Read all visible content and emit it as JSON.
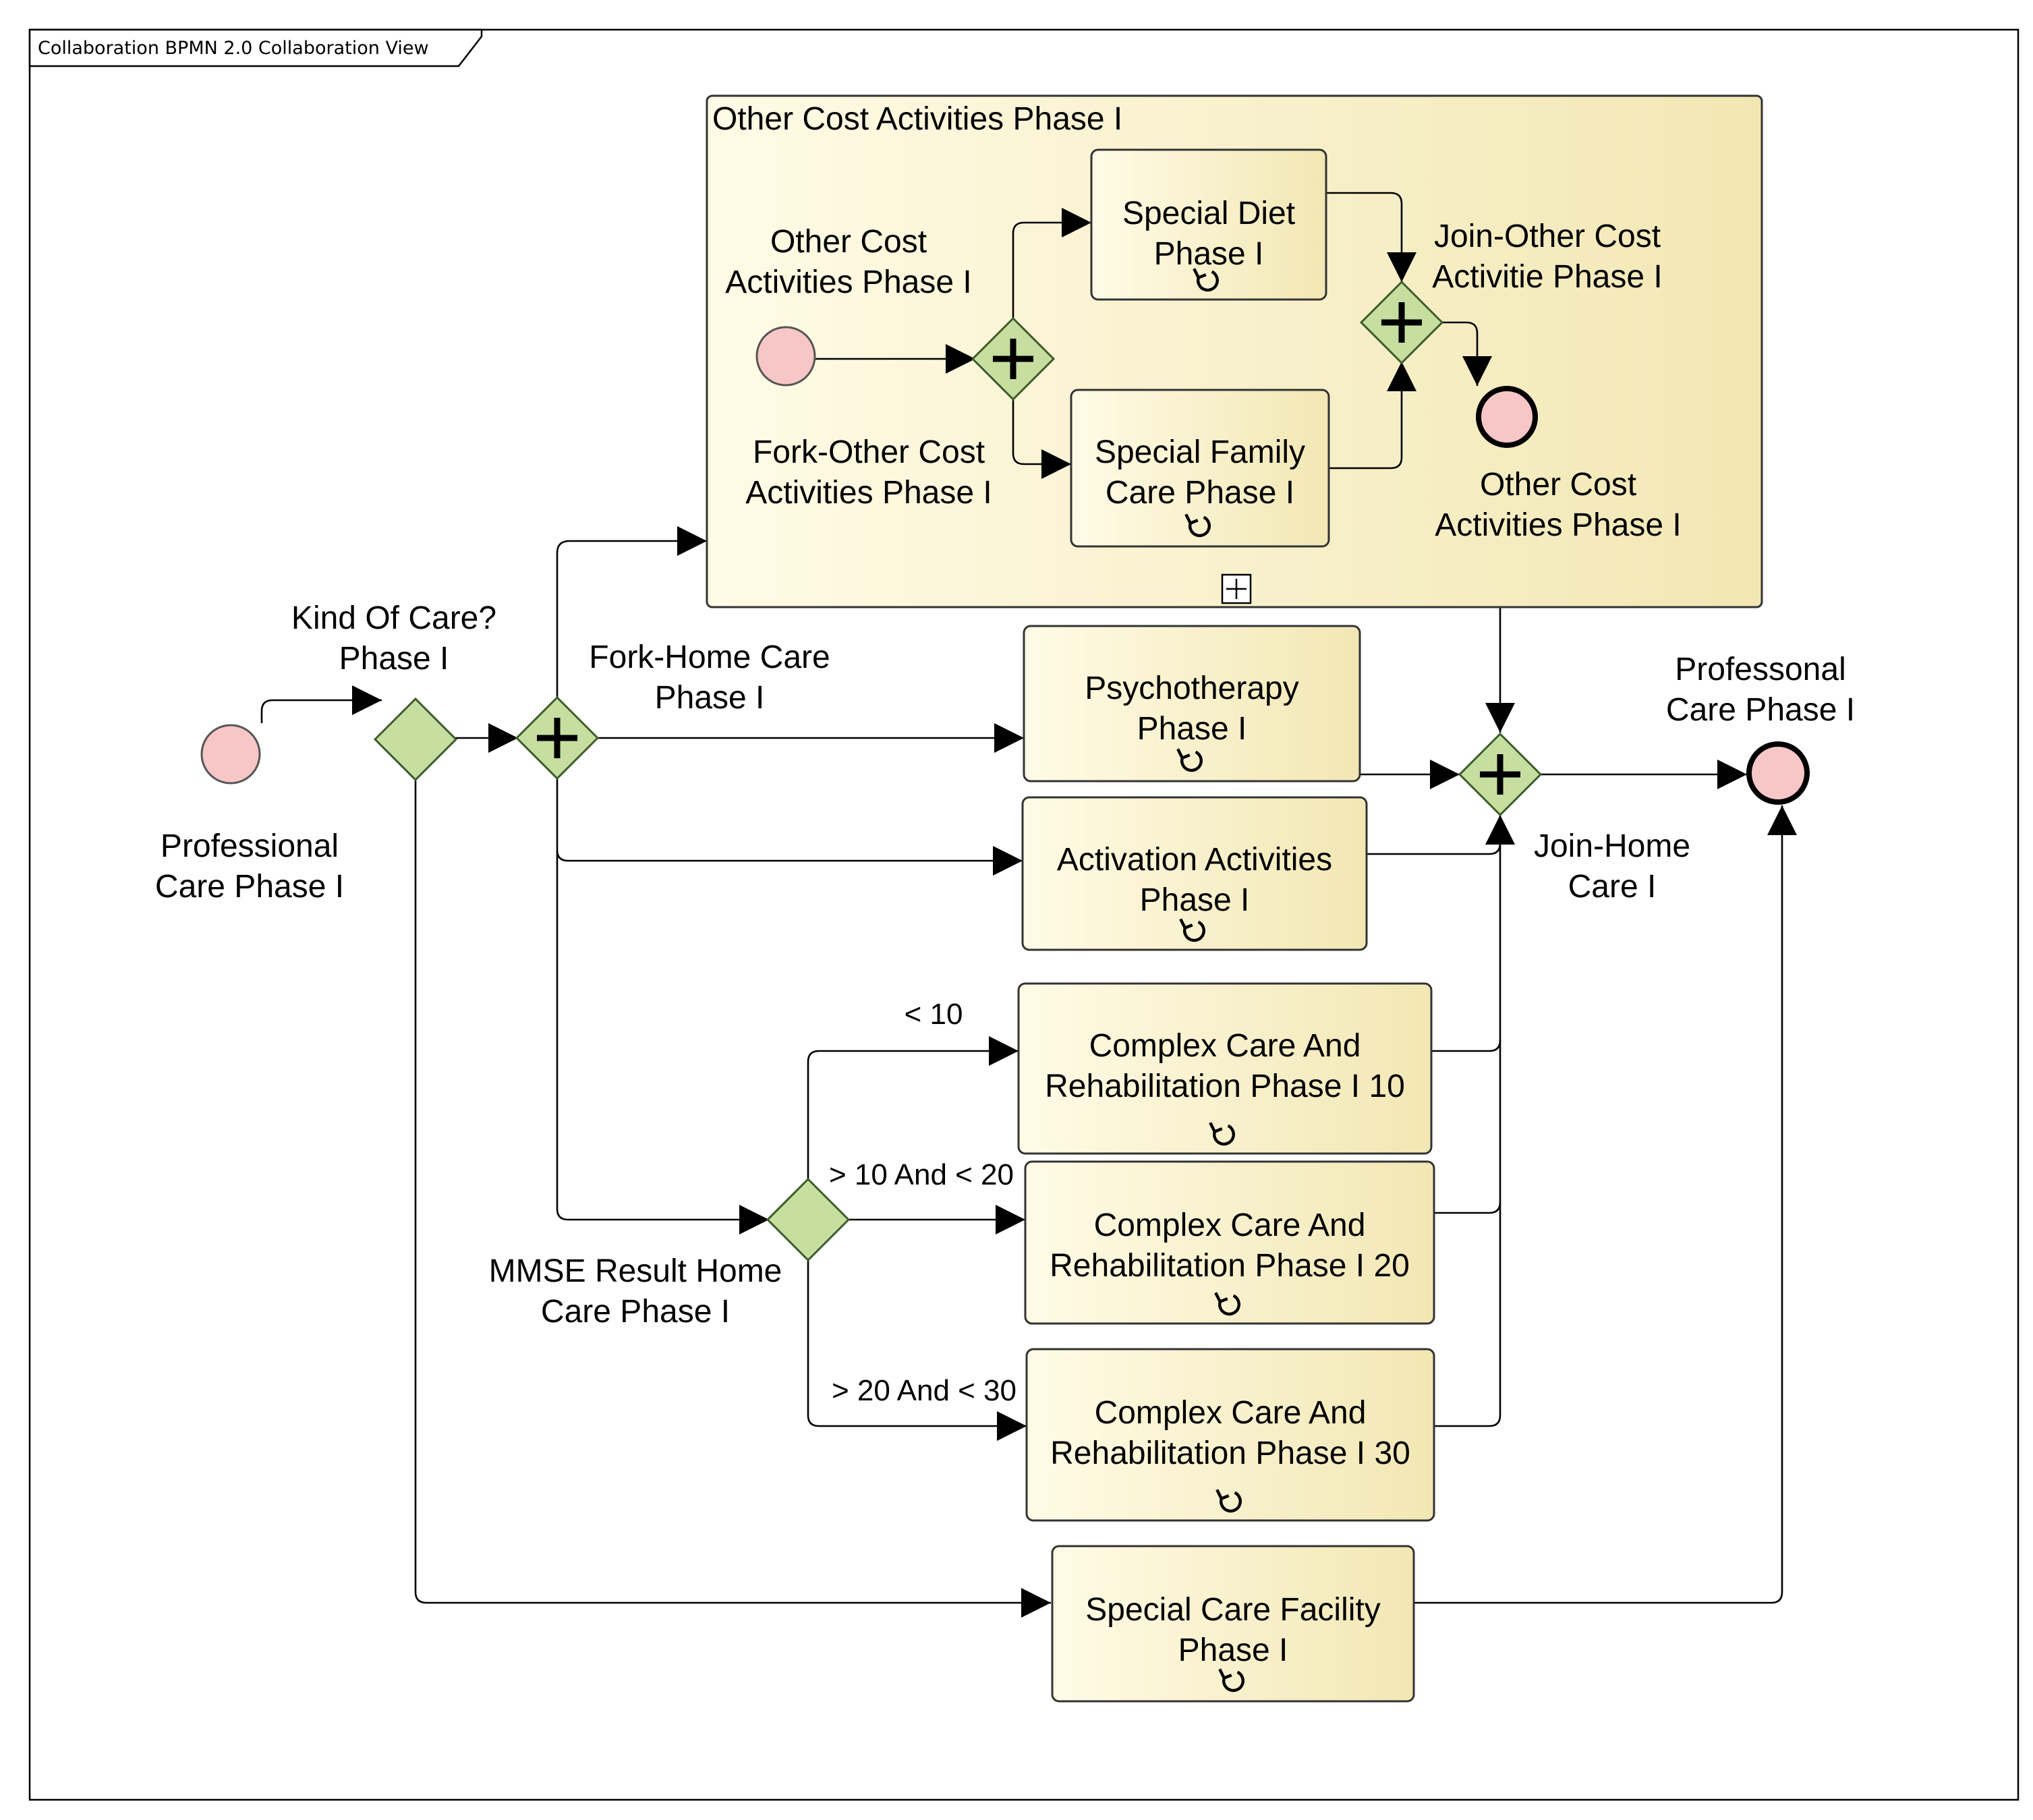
{
  "frame": {
    "title": "Collaboration BPMN 2.0 Collaboration View"
  },
  "colors": {
    "task_fill_start": "#fffbe6",
    "task_fill_end": "#f2e7b4",
    "task_stroke": "#333333",
    "event_fill": "#f7c6c6",
    "gateway_fill": "#c6dea0",
    "gateway_stroke": "#3d5c2a",
    "line": "#000000"
  },
  "subprocess": {
    "title": "Other Cost Activities Phase I",
    "start_label": [
      "Other Cost",
      "Activities Phase I"
    ],
    "fork_label": [
      "Fork-Other Cost",
      "Activities Phase I"
    ],
    "join_label": [
      "Join-Other Cost",
      "Activitie Phase I"
    ],
    "end_label": [
      "Other Cost",
      "Activities Phase I"
    ],
    "tasks": {
      "special_diet": [
        "Special Diet",
        "Phase I"
      ],
      "special_family": [
        "Special Family",
        "Care Phase I"
      ]
    }
  },
  "main": {
    "start_label": [
      "Professional",
      "Care Phase I"
    ],
    "kind_of_care_label": [
      "Kind Of Care?",
      "Phase I"
    ],
    "fork_home_label": [
      "Fork-Home Care",
      "Phase I"
    ],
    "join_home_label": [
      "Join-Home",
      "Care I"
    ],
    "end_label": [
      "Professonal",
      "Care Phase I"
    ],
    "mmse_label": [
      "MMSE Result Home",
      "Care Phase I"
    ],
    "tasks": {
      "psychotherapy": [
        "Psychotherapy",
        "Phase I"
      ],
      "activation": [
        "Activation Activities",
        "Phase I"
      ],
      "complex10": [
        "Complex Care And",
        "Rehabilitation Phase I 10"
      ],
      "complex20": [
        "Complex Care And",
        "Rehabilitation Phase I 20"
      ],
      "complex30": [
        "Complex Care And",
        "Rehabilitation Phase I 30"
      ],
      "special_care": [
        "Special Care Facility",
        "Phase I"
      ]
    },
    "conditions": {
      "lt10": "< 10",
      "mid": "> 10 And < 20",
      "high": "> 20 And < 30"
    }
  }
}
